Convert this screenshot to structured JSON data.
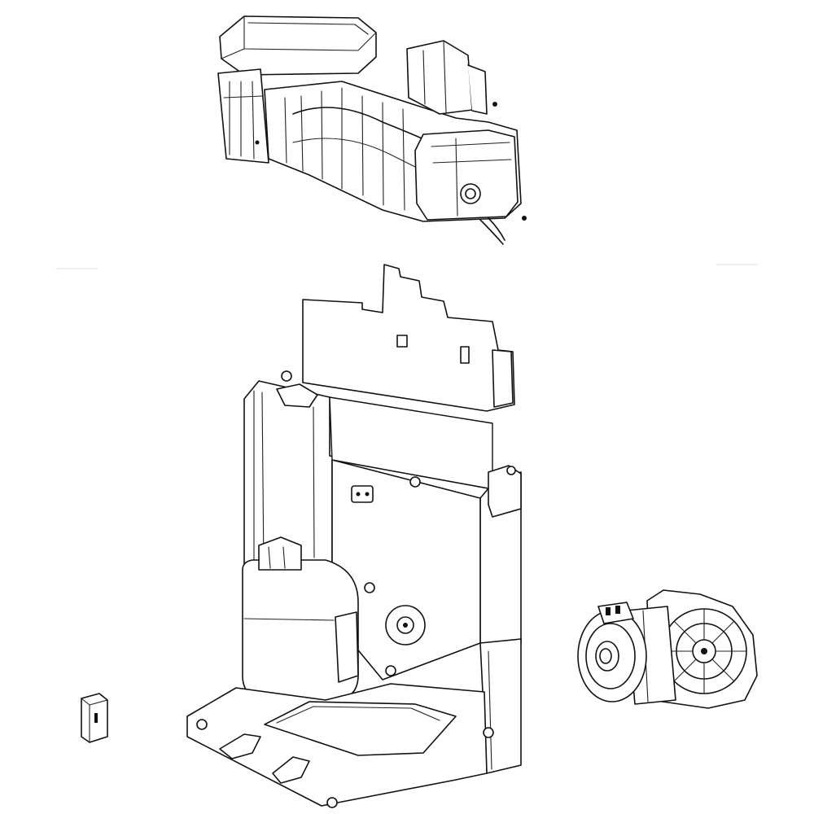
{
  "diagram": {
    "style": "exploded parts line drawing",
    "background_color": "#ffffff",
    "line_color": "#111111",
    "parts": [
      {
        "name": "ice-maker-assembly",
        "icon": "ice-maker"
      },
      {
        "name": "ice-bucket-housing",
        "icon": "housing-bracket"
      },
      {
        "name": "auger-motor",
        "icon": "gear-motor"
      },
      {
        "name": "retainer-clip",
        "icon": "clip"
      }
    ]
  }
}
